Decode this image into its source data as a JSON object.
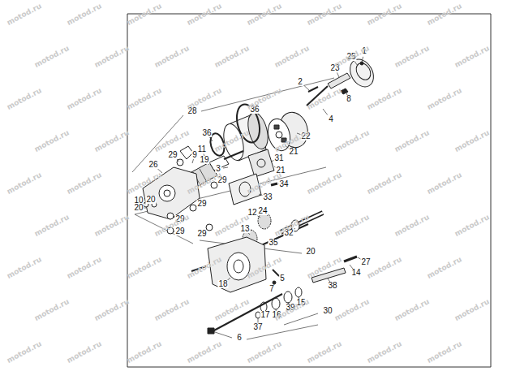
{
  "diagram": {
    "labels": [
      "1",
      "25",
      "23",
      "8",
      "2",
      "4",
      "22",
      "28",
      "36",
      "36",
      "21",
      "31",
      "21",
      "11",
      "19",
      "29",
      "9",
      "3",
      "26",
      "29",
      "34",
      "33",
      "10",
      "20",
      "20",
      "29",
      "29",
      "29",
      "29",
      "12",
      "24",
      "32",
      "13",
      "35",
      "20",
      "27",
      "14",
      "5",
      "7",
      "18",
      "38",
      "15",
      "39",
      "30",
      "16",
      "17",
      "37",
      "6",
      "motod.ru",
      "motod.ru",
      "motod.ru",
      "motod.ru",
      "motod.ru",
      "motod.ru",
      "motod.ru",
      "motod.ru",
      "motod.ru",
      "motod.ru",
      "motod.ru",
      "motod.ru",
      "motod.ru",
      "motod.ru",
      "motod.ru",
      "motod.ru",
      "motod.ru",
      "motod.ru",
      "motod.ru",
      "motod.ru",
      "motod.ru",
      "motod.ru",
      "motod.ru",
      "motod.ru",
      "motod.ru",
      "motod.ru",
      "motod.ru",
      "motod.ru",
      "motod.ru",
      "motod.ru",
      "motod.ru",
      "motod.ru",
      "motod.ru",
      "motod.ru",
      "motod.ru",
      "motod.ru",
      "motod.ru",
      "motod.ru",
      "motod.ru",
      "motod.ru",
      "motod.ru",
      "motod.ru",
      "motod.ru",
      "motod.ru",
      "motod.ru",
      "motod.ru",
      "motod.ru",
      "motod.ru",
      "motod.ru",
      "motod.ru",
      "motod.ru",
      "motod.ru",
      "motod.ru",
      "motod.ru",
      "motod.ru",
      "motod.ru",
      "motod.ru",
      "motod.ru",
      "motod.ru",
      "motod.ru",
      "motod.ru",
      "motod.ru",
      "motod.ru",
      "motod.ru",
      "motod.ru",
      "motod.ru",
      "motod.ru",
      "motod.ru",
      "motod.ru",
      "motod.ru",
      "motod.ru",
      "motod.ru"
    ]
  }
}
